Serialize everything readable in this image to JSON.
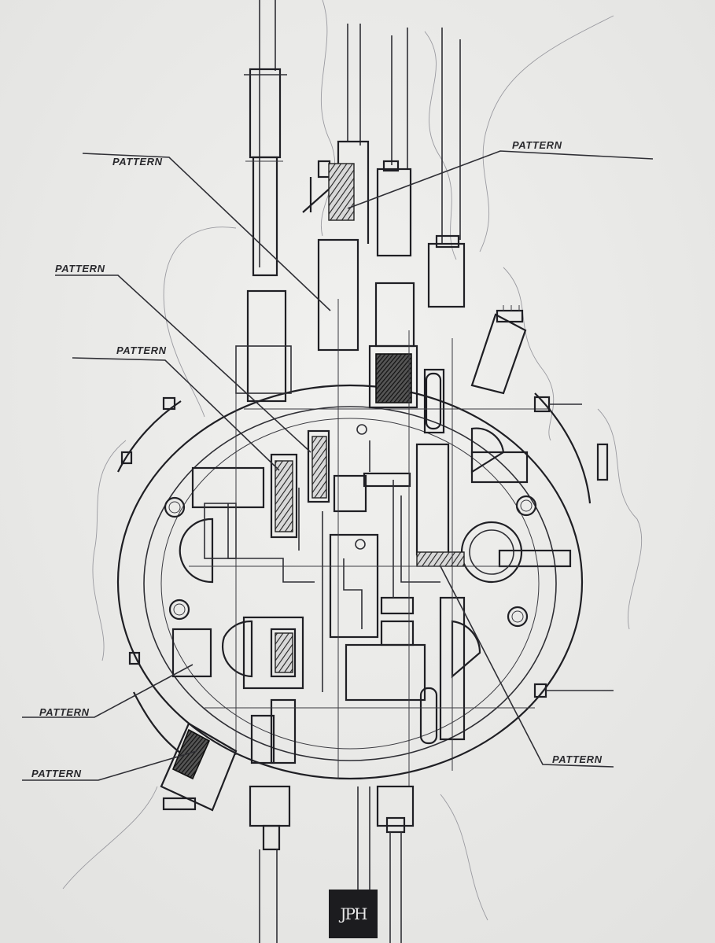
{
  "drawing": {
    "label_text": "PATTERN",
    "callouts": [
      {
        "id": "top-left",
        "text": "PATTERN"
      },
      {
        "id": "top-right",
        "text": "PATTERN"
      },
      {
        "id": "upper-left",
        "text": "PATTERN"
      },
      {
        "id": "mid-left",
        "text": "PATTERN"
      },
      {
        "id": "lower-left",
        "text": "PATTERN"
      },
      {
        "id": "bottom-left",
        "text": "PATTERN"
      },
      {
        "id": "bottom-right",
        "text": "PATTERN"
      }
    ]
  },
  "logo": {
    "text": "JPH"
  },
  "colors": {
    "paper": "#eeeeec",
    "graphite": "#2f2f35",
    "logo_bg": "#1c1c1f"
  }
}
